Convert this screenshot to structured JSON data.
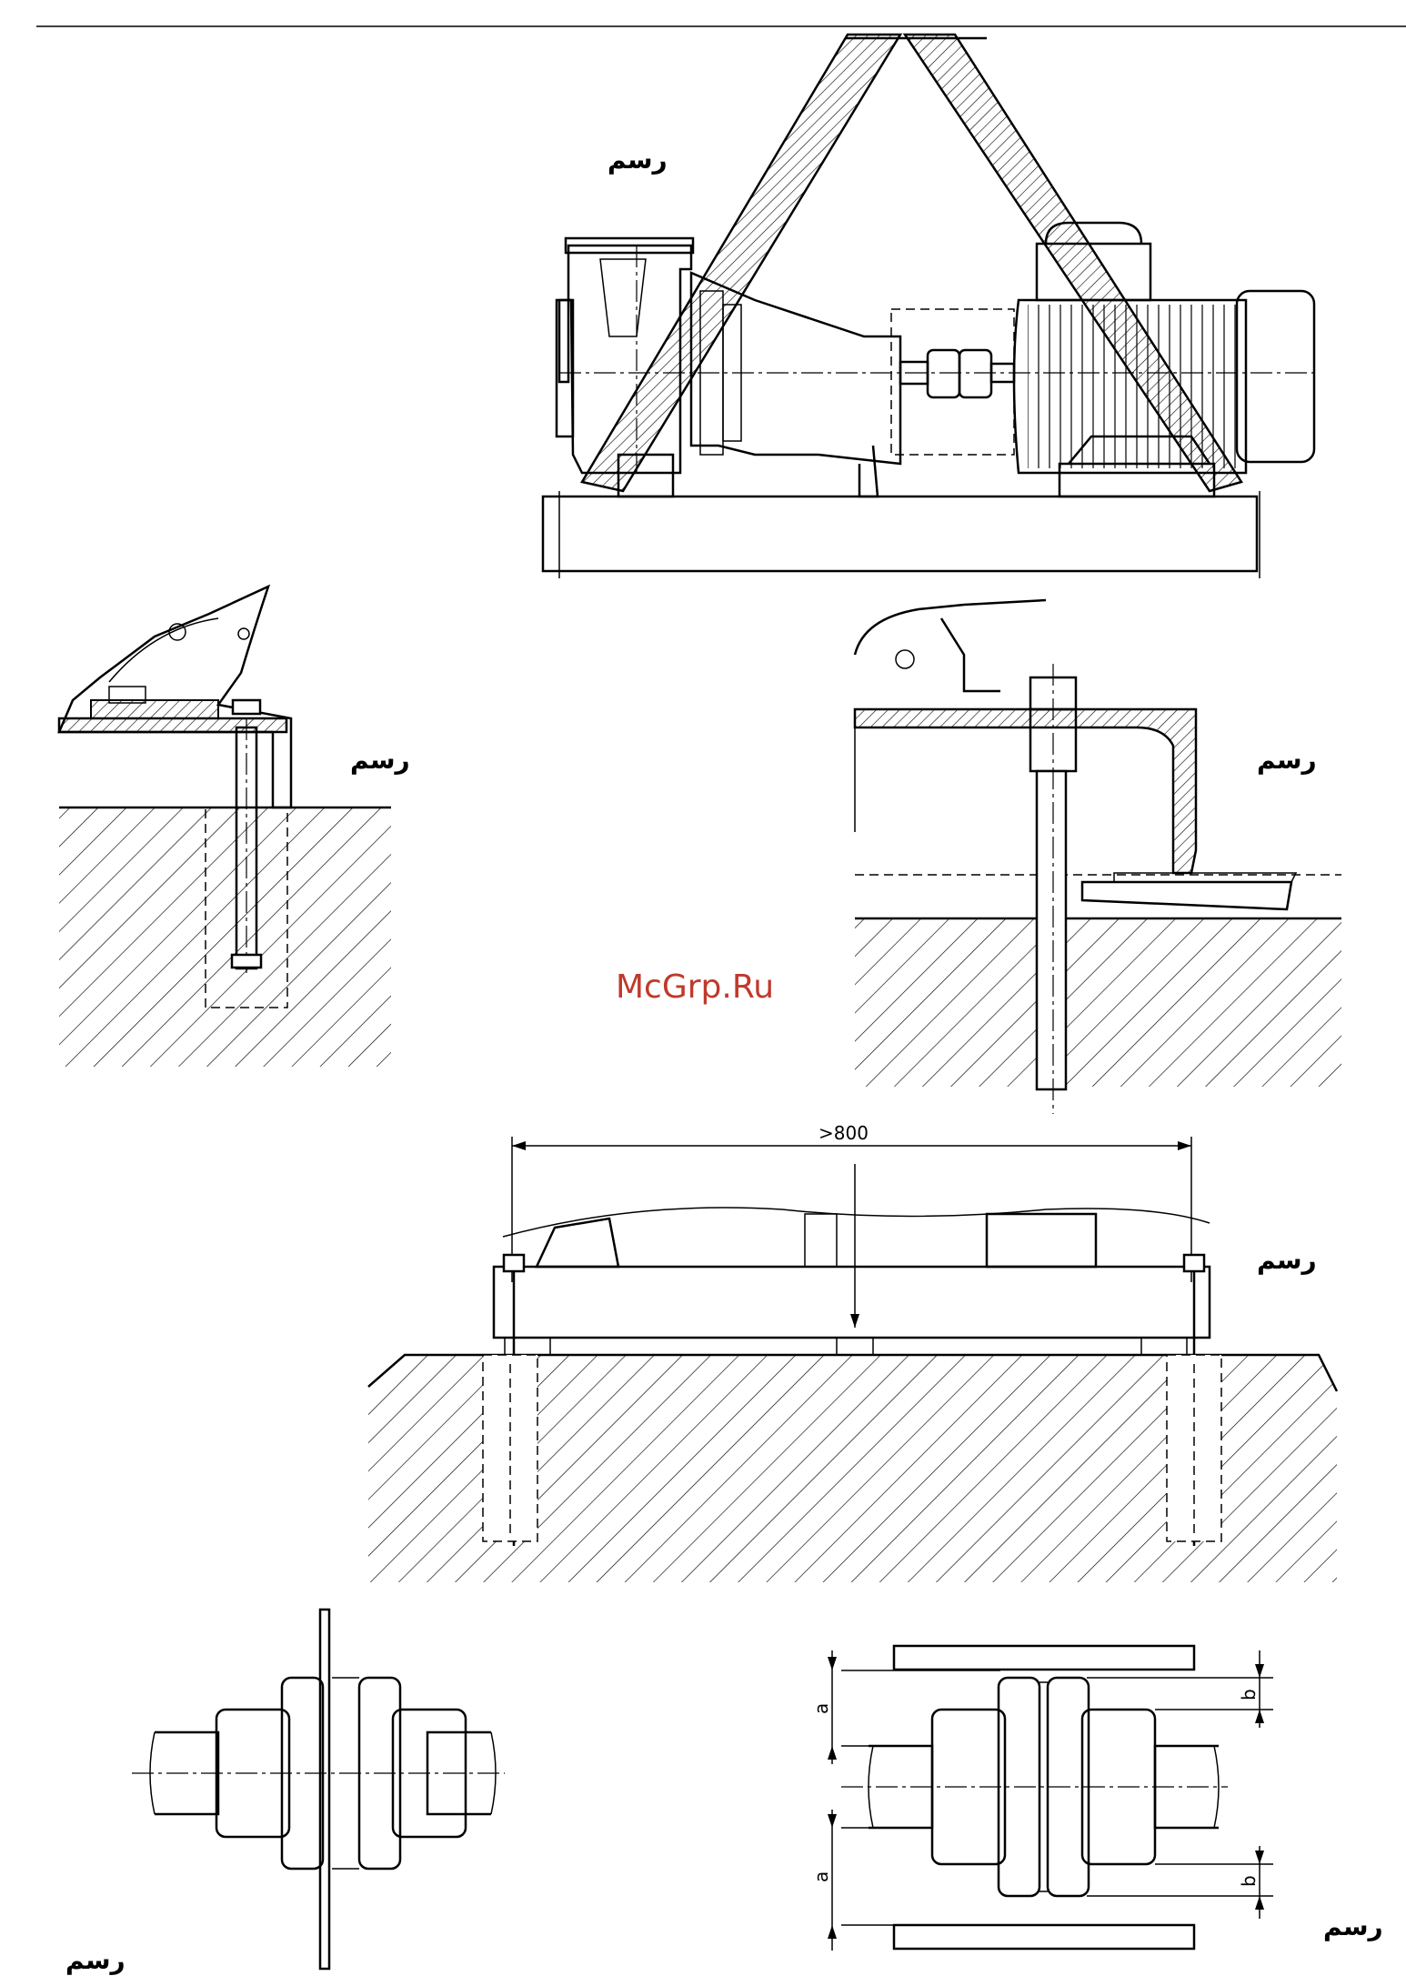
{
  "figures": [
    {
      "id": "fig-lifting",
      "caption": "رسم"
    },
    {
      "id": "fig-foundation-bolt",
      "caption": "رسم"
    },
    {
      "id": "fig-shim-support",
      "caption": "رسم"
    },
    {
      "id": "fig-baseplate-grouting",
      "caption": "رسم",
      "dimension": ">800"
    },
    {
      "id": "fig-coupling-straightedge",
      "caption": "رسم"
    },
    {
      "id": "fig-coupling-gap",
      "caption": "رسم",
      "labels": {
        "a_top": "a",
        "a_bottom": "a",
        "b_top": "b",
        "b_bottom": "b"
      }
    }
  ],
  "watermark": "McGrp.Ru",
  "colors": {
    "line": "#000000",
    "watermark": "#c0392b",
    "background": "#ffffff"
  }
}
